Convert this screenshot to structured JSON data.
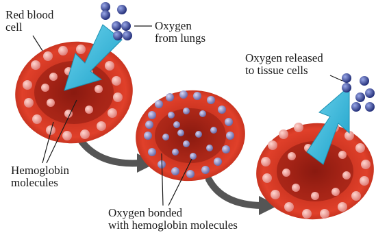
{
  "labels": {
    "red_blood_cell": [
      "Red blood",
      "cell"
    ],
    "oxygen_from_lungs": [
      "Oxygen",
      "from lungs"
    ],
    "oxygen_released": [
      "Oxygen released",
      "to tissue cells"
    ],
    "hemoglobin": [
      "Hemoglobin",
      "molecules"
    ],
    "oxygen_bonded": [
      "Oxygen bonded",
      "with hemoglobin molecules"
    ]
  },
  "colors": {
    "cell_outer": "#c8321f",
    "cell_inner": "#e0402a",
    "cell_center": "#8a1a10",
    "hemoglobin_dot": "#f2a0a0",
    "oxygen_dot": "#4a5aa8",
    "bound_oxygen_dot": "#8c8fc8",
    "cyan_arrow": "#29b6d8",
    "gray_arrow": "#555555",
    "label_text": "#1a1a1a"
  }
}
